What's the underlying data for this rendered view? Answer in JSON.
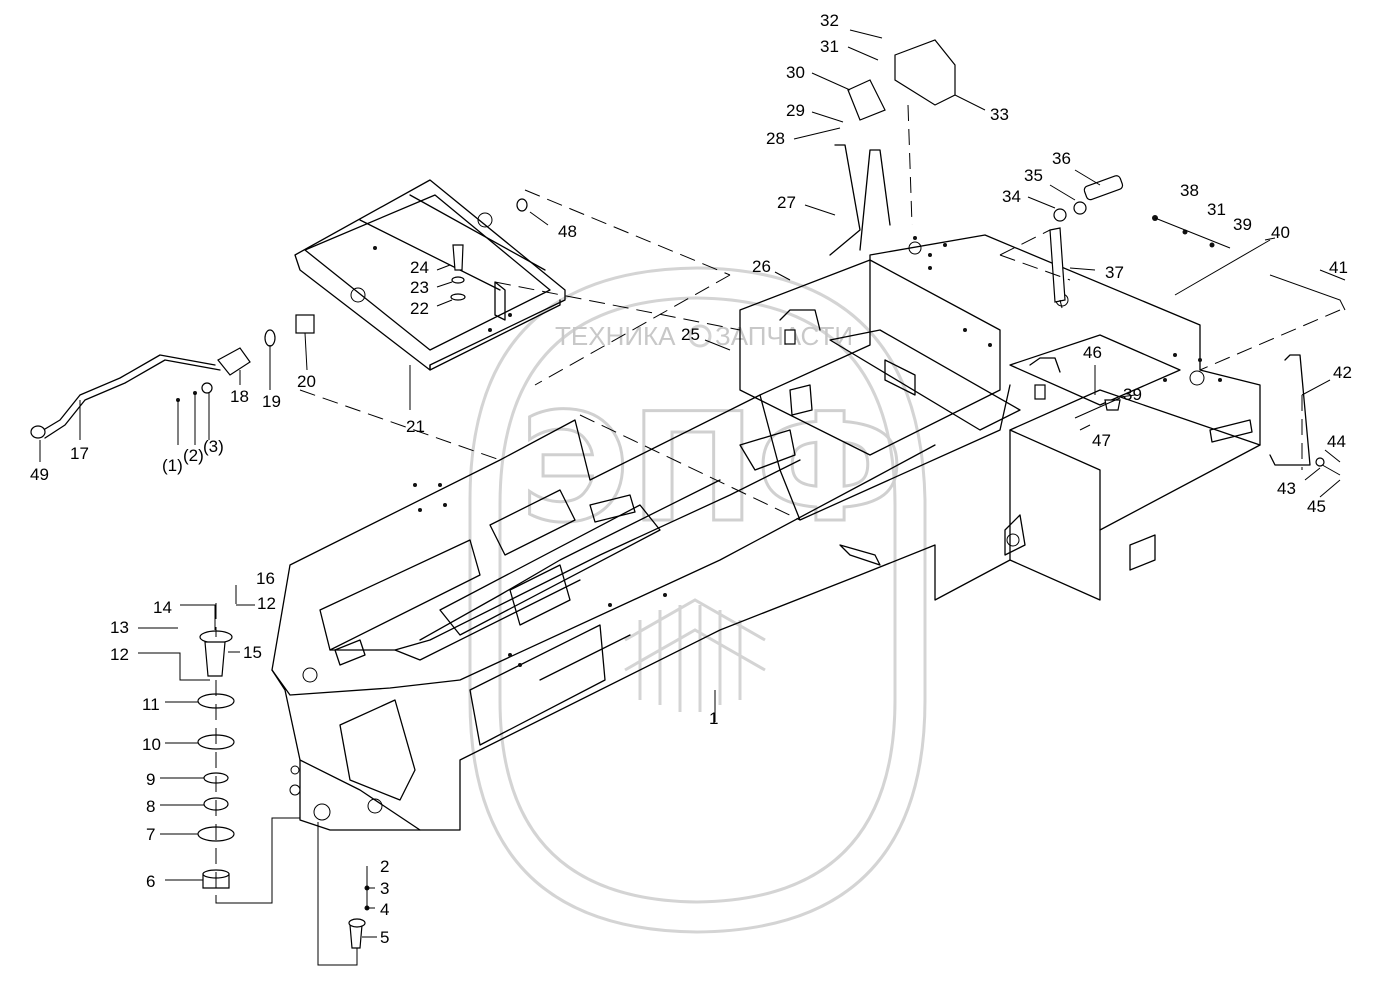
{
  "watermark": {
    "left_text": "ТЕХНИКА",
    "right_text": "ЗАПЧАСТИ",
    "logo_text": "ЭПФ",
    "color": "#cccccc"
  },
  "labels": [
    {
      "id": "l32",
      "text": "32"
    },
    {
      "id": "l31a",
      "text": "31"
    },
    {
      "id": "l30",
      "text": "30"
    },
    {
      "id": "l33",
      "text": "33"
    },
    {
      "id": "l29",
      "text": "29"
    },
    {
      "id": "l28",
      "text": "28"
    },
    {
      "id": "l27",
      "text": "27"
    },
    {
      "id": "l36",
      "text": "36"
    },
    {
      "id": "l35",
      "text": "35"
    },
    {
      "id": "l34",
      "text": "34"
    },
    {
      "id": "l38",
      "text": "38"
    },
    {
      "id": "l31b",
      "text": "31"
    },
    {
      "id": "l39a",
      "text": "39"
    },
    {
      "id": "l40",
      "text": "40"
    },
    {
      "id": "l41",
      "text": "41"
    },
    {
      "id": "l48",
      "text": "48"
    },
    {
      "id": "l24",
      "text": "24"
    },
    {
      "id": "l23",
      "text": "23"
    },
    {
      "id": "l22",
      "text": "22"
    },
    {
      "id": "l26",
      "text": "26"
    },
    {
      "id": "l37",
      "text": "37"
    },
    {
      "id": "l25",
      "text": "25"
    },
    {
      "id": "l46",
      "text": "46"
    },
    {
      "id": "l39b",
      "text": "39"
    },
    {
      "id": "l47",
      "text": "47"
    },
    {
      "id": "l42",
      "text": "42"
    },
    {
      "id": "l44",
      "text": "44"
    },
    {
      "id": "l43",
      "text": "43"
    },
    {
      "id": "l45",
      "text": "45"
    },
    {
      "id": "l18",
      "text": "18"
    },
    {
      "id": "l19",
      "text": "19"
    },
    {
      "id": "l20",
      "text": "20"
    },
    {
      "id": "l21",
      "text": "21"
    },
    {
      "id": "l17",
      "text": "17"
    },
    {
      "id": "l49",
      "text": "49"
    },
    {
      "id": "lp1",
      "text": "(1)"
    },
    {
      "id": "lp2",
      "text": "(2)"
    },
    {
      "id": "lp3",
      "text": "(3)"
    },
    {
      "id": "l16",
      "text": "16"
    },
    {
      "id": "l14",
      "text": "14"
    },
    {
      "id": "l12a",
      "text": "12"
    },
    {
      "id": "l13",
      "text": "13"
    },
    {
      "id": "l12b",
      "text": "12"
    },
    {
      "id": "l15",
      "text": "15"
    },
    {
      "id": "l11",
      "text": "11"
    },
    {
      "id": "l10",
      "text": "10"
    },
    {
      "id": "l9",
      "text": "9"
    },
    {
      "id": "l8",
      "text": "8"
    },
    {
      "id": "l7",
      "text": "7"
    },
    {
      "id": "l6",
      "text": "6"
    },
    {
      "id": "l1",
      "text": "1"
    },
    {
      "id": "l2",
      "text": "2"
    },
    {
      "id": "l3",
      "text": "3"
    },
    {
      "id": "l4",
      "text": "4"
    },
    {
      "id": "l5",
      "text": "5"
    }
  ]
}
